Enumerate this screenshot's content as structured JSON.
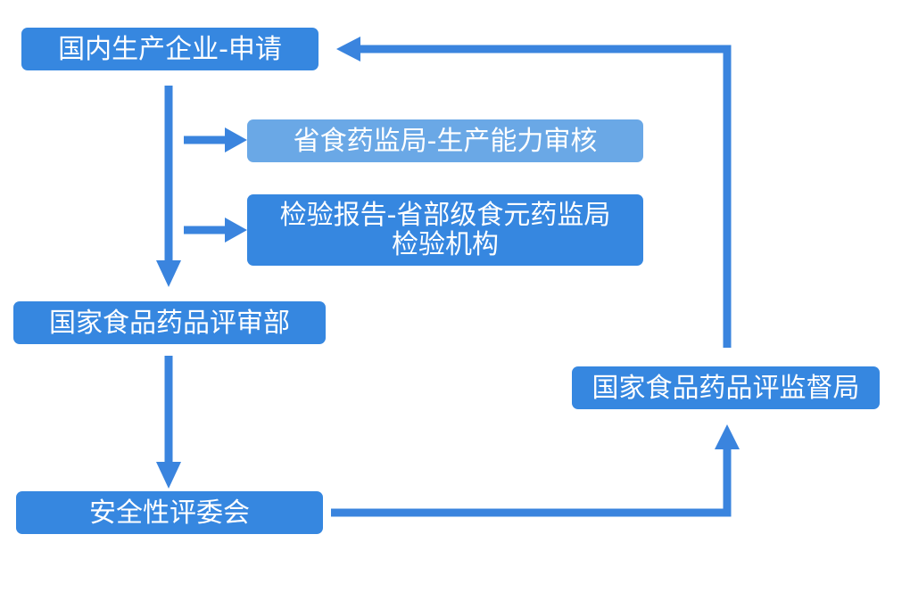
{
  "colors": {
    "node": "#3687e0",
    "node_light": "#6aa8e6",
    "arrow": "#3a84de"
  },
  "nodes": {
    "apply": "国内生产企业-申请",
    "provincial_review": "省食药监局-生产能力审核",
    "inspection_line1": "检验报告-省部级食元药监局",
    "inspection_line2": "检验机构",
    "review_center": "国家食品药品评审部",
    "safety_committee": "安全性评委会",
    "supervision_bureau": "国家食品药品评监督局"
  }
}
